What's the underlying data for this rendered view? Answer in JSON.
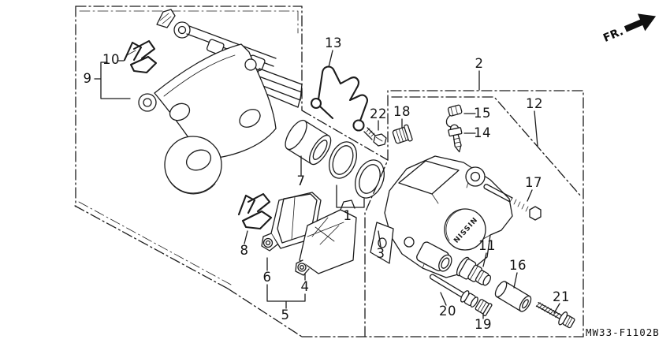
{
  "meta": {
    "drawing_code": "MW33-F1102B",
    "fr_label": "FR.",
    "caliper_logo": "NISSIN"
  },
  "callouts": [
    "1",
    "2",
    "3",
    "4",
    "5",
    "6",
    "7",
    "8",
    "9",
    "10",
    "11",
    "12",
    "13",
    "14",
    "15",
    "16",
    "17",
    "18",
    "19",
    "20",
    "21",
    "22"
  ]
}
